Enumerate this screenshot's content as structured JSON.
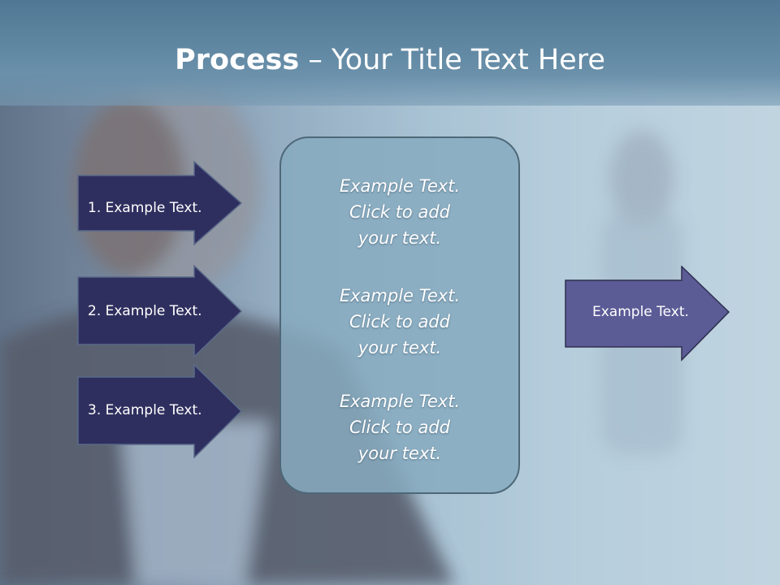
{
  "slide": {
    "title_bold": "Process",
    "title_rest": " – Your Title Text Here",
    "left_arrows": [
      {
        "label": "1. Example Text."
      },
      {
        "label": "2. Example Text."
      },
      {
        "label": "3. Example Text."
      }
    ],
    "center_blocks": [
      {
        "line1": "Example Text.",
        "line2": "Click  to add",
        "line3": "your text."
      },
      {
        "line1": "Example Text.",
        "line2": "Click  to add",
        "line3": "your text."
      },
      {
        "line1": "Example Text.",
        "line2": "Click  to add",
        "line3": "your text."
      }
    ],
    "right_arrow": {
      "label": "Example Text."
    }
  },
  "colors": {
    "left_arrow_fill": "#2f2f5f",
    "right_arrow_fill": "#5b5b96",
    "arrow_stroke": "#1f2a3f",
    "title_text": "#ffffff"
  }
}
